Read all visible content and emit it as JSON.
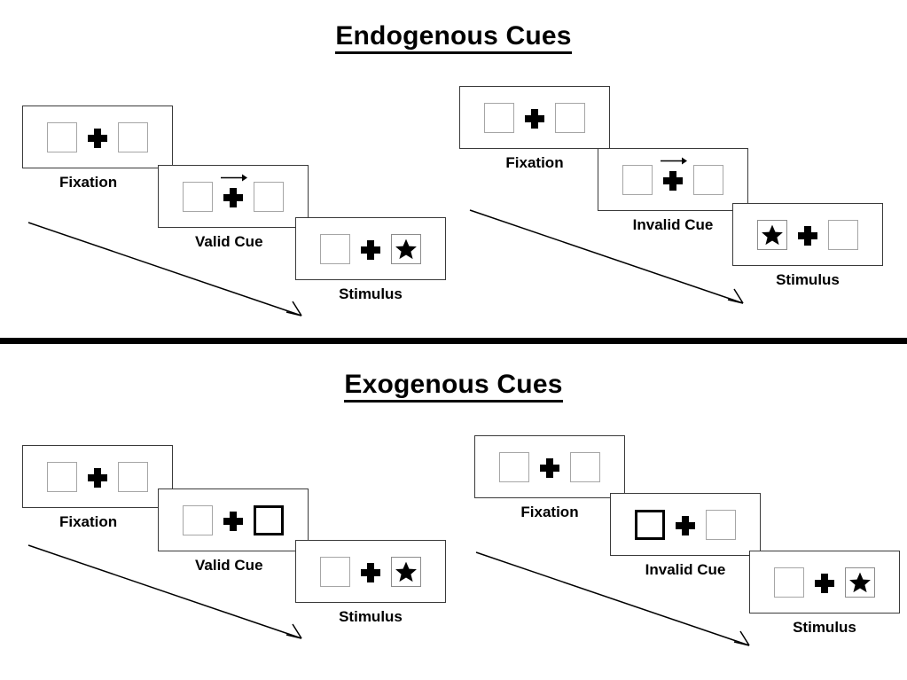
{
  "figure": {
    "title_top": "Endogenous Cues",
    "title_bottom": "Exogenous Cues"
  },
  "sections": [
    {
      "id": "endogenous",
      "title": "Endogenous Cues",
      "columns": [
        {
          "id": "endogenous-valid",
          "validity": "valid",
          "panels": [
            {
              "label": "Fixation",
              "cue": "none",
              "cued_side": "none",
              "target_side": "none"
            },
            {
              "label": "Valid Cue",
              "cue": "arrow",
              "cued_side": "right",
              "target_side": "none"
            },
            {
              "label": "Stimulus",
              "cue": "none",
              "cued_side": "none",
              "target_side": "right"
            }
          ]
        },
        {
          "id": "endogenous-invalid",
          "validity": "invalid",
          "panels": [
            {
              "label": "Fixation",
              "cue": "none",
              "cued_side": "none",
              "target_side": "none"
            },
            {
              "label": "Invalid Cue",
              "cue": "arrow",
              "cued_side": "right",
              "target_side": "none"
            },
            {
              "label": "Stimulus",
              "cue": "none",
              "cued_side": "none",
              "target_side": "left"
            }
          ]
        }
      ]
    },
    {
      "id": "exogenous",
      "title": "Exogenous Cues",
      "columns": [
        {
          "id": "exogenous-valid",
          "validity": "valid",
          "panels": [
            {
              "label": "Fixation",
              "cue": "none",
              "cued_side": "none",
              "target_side": "none"
            },
            {
              "label": "Valid Cue",
              "cue": "highlight",
              "cued_side": "right",
              "target_side": "none"
            },
            {
              "label": "Stimulus",
              "cue": "none",
              "cued_side": "none",
              "target_side": "right"
            }
          ]
        },
        {
          "id": "exogenous-invalid",
          "validity": "invalid",
          "panels": [
            {
              "label": "Fixation",
              "cue": "none",
              "cued_side": "none",
              "target_side": "none"
            },
            {
              "label": "Invalid Cue",
              "cue": "highlight",
              "cued_side": "left",
              "target_side": "none"
            },
            {
              "label": "Stimulus",
              "cue": "none",
              "cued_side": "none",
              "target_side": "right"
            }
          ]
        }
      ]
    }
  ],
  "labels": {
    "fixation": "Fixation",
    "valid_cue": "Valid Cue",
    "invalid_cue": "Invalid Cue",
    "stimulus": "Stimulus"
  },
  "icons": {
    "fixation_cross": "plus-icon",
    "cue_arrow": "arrow-right-icon",
    "target": "star-icon",
    "time_arrow": "time-arrow-icon",
    "divider": "section-divider"
  },
  "colors": {
    "ink": "#000000",
    "card_border": "#3a3a3a",
    "box_border": "#a6a6a6",
    "cued_box_border": "#000000",
    "background": "#ffffff"
  }
}
